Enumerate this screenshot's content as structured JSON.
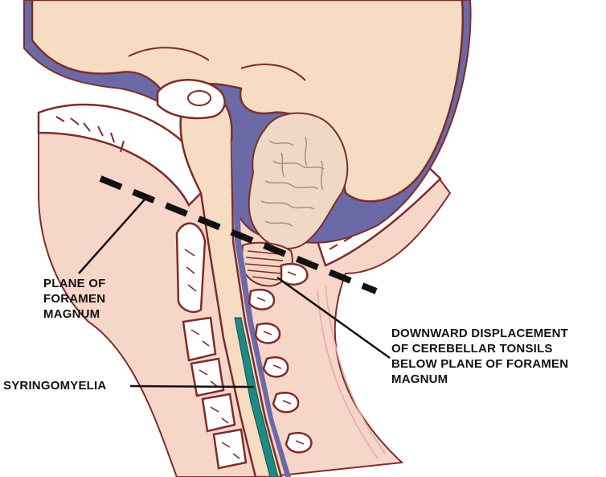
{
  "labels": {
    "plane_of_foramen_magnum": "PLANE OF\nFORAMEN\nMAGNUM",
    "syringomyelia": "SYRINGOMYELIA",
    "tonsil_displacement": "DOWNWARD DISPLACEMENT\nOF CEREBELLAR TONSILS\nBELOW PLANE OF FORAMEN\nMAGNUM"
  },
  "colors": {
    "brain": "#f5dcc3",
    "csf_space": "#6c6aa6",
    "outline": "#7d2d2a",
    "soft_tissue": "#f6d6c9",
    "bone": "#ffffff",
    "cerebellum_texture": "#efd9c6",
    "syrinx": "#1e8a84",
    "dashed_line": "#111111"
  }
}
